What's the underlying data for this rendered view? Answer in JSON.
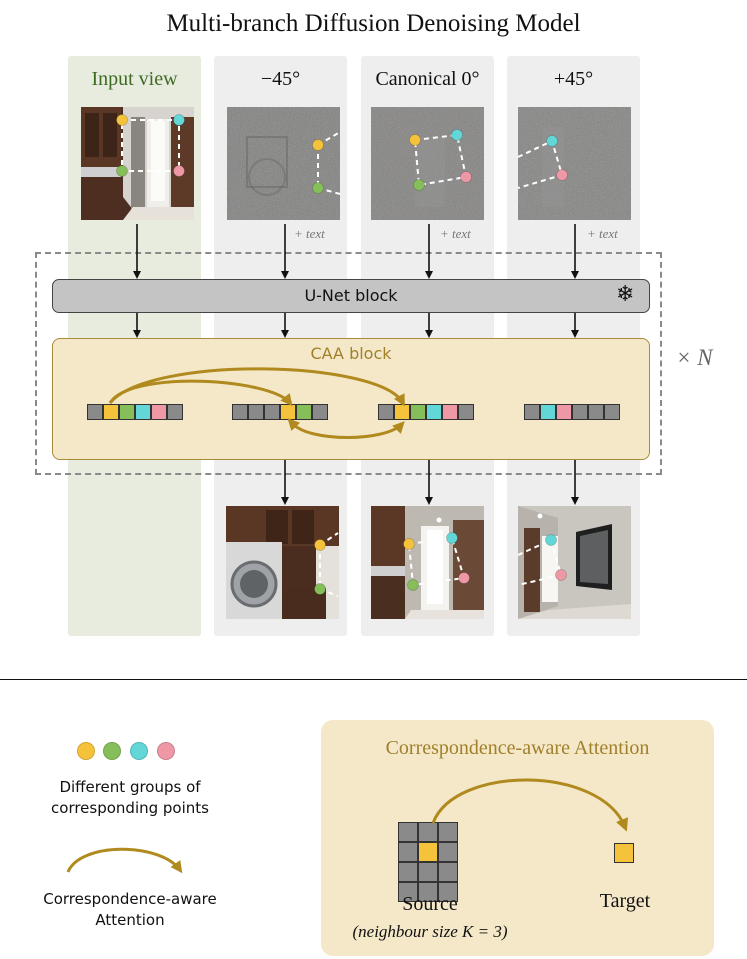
{
  "title": "Multi-branch Diffusion Denoising Model",
  "columns": [
    {
      "label": "Input view"
    },
    {
      "label": "−45°",
      "extra": "+ text"
    },
    {
      "label": "Canonical 0°",
      "extra": "+ text"
    },
    {
      "label": "+45°",
      "extra": "+ text"
    }
  ],
  "unet_label": "U-Net block",
  "caa_label": "CAA block",
  "repeat_label": "× N",
  "point_colors": {
    "yellow": "#f5c33b",
    "green": "#86bf5a",
    "cyan": "#63d6d8",
    "pink": "#ee98a6",
    "gray": "#8a8a8a"
  },
  "accent_color": "#b08a1e",
  "token_rows": [
    [
      "gray",
      "yellow",
      "green",
      "cyan",
      "pink",
      "gray"
    ],
    [
      "gray",
      "gray",
      "gray",
      "yellow",
      "green",
      "gray"
    ],
    [
      "gray",
      "yellow",
      "green",
      "cyan",
      "pink",
      "gray"
    ],
    [
      "gray",
      "cyan",
      "pink",
      "gray",
      "gray",
      "gray"
    ]
  ],
  "legend": {
    "points_text_line1": "Different groups of",
    "points_text_line2": "corresponding points",
    "attention_text_line1": "Correspondence-aware",
    "attention_text_line2": "Attention"
  },
  "panel": {
    "title": "Correspondence-aware Attention",
    "source_label": "Source",
    "neighbour_label": "(neighbour size K = 3)",
    "target_label": "Target"
  }
}
